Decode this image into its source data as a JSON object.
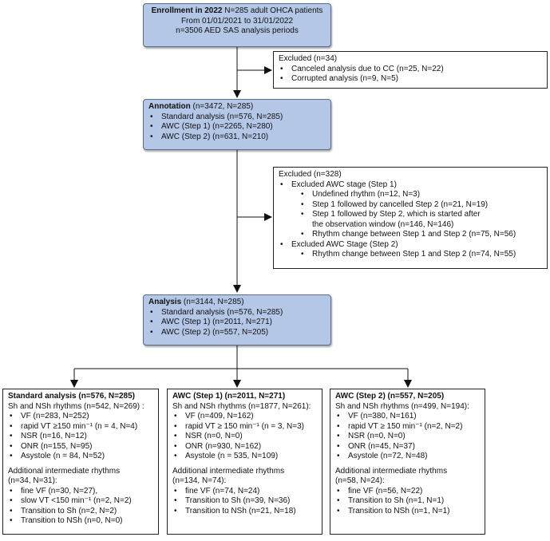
{
  "enrollment": {
    "title": "Enrollment in 2022",
    "line1_rest": " N=285 adult OHCA patients",
    "line2": "From 01/01/2021 to 31/01/2022",
    "line3": "n=3506 AED SAS analysis periods"
  },
  "excluded1": {
    "title": "Excluded (n=34)",
    "items": [
      "Canceled analysis due to CC (n=25, N=22)",
      "Corrupted analysis (n=9, N=5)"
    ]
  },
  "annotation": {
    "title": "Annotation",
    "title_rest": " (n=3472, N=285)",
    "items": [
      "Standard analysis (n=576, N=285)",
      "AWC (Step 1) (n=2265, N=280)",
      "AWC (Step 2) (n=631, N=210)"
    ]
  },
  "excluded2": {
    "title": "Excluded (n=328)",
    "stage1": "Excluded AWC stage (Step 1)",
    "stage1_items": [
      "Undefined rhythm (n=12, N=3)",
      "Step 1 followed by cancelled Step 2 (n=21, N=19)",
      "Step 1 followed by Step 2, which is started after",
      "the observation window (n=146, N=146)",
      "Rhythm change between Step 1 and Step 2 (n=75, N=56)"
    ],
    "stage2": "Excluded AWC Stage (Step 2)",
    "stage2_items": [
      "Rhythm change between Step 1 and Step 2 (n=74, N=55)"
    ]
  },
  "analysis": {
    "title": "Analysis",
    "title_rest": " (n=3144, N=285)",
    "items": [
      "Standard analysis (n=576, N=285)",
      "AWC (Step 1) (n=2011, N=271)",
      "AWC (Step 2) (n=557, N=205)"
    ]
  },
  "standard": {
    "title": "Standard analysis (n=576, N=285)",
    "rhythms_header": "Sh and NSh rhythms (n=542, N=269) :",
    "rhythms": [
      "VF (n=283, N=252)",
      "rapid VT ≥150 min⁻¹ (n = 4, N=4)",
      "NSR (n=16, N=12)",
      "ONR (n=155, N=95)",
      "Asystole (n = 84, N=52)"
    ],
    "additional_header1": "Additional intermediate rhythms",
    "additional_header2": "(n=34, N=31):",
    "additional": [
      "fine VF (n=30, N=27),",
      "slow VT <150 min⁻¹ (n=2, N=2)",
      "Transition to Sh (n=2, N=2)",
      "Transition to NSh (n=0, N=0)"
    ]
  },
  "step1": {
    "title": "AWC (Step 1) (n=2011, N=271)",
    "rhythms_header": "Sh and NSh rhythms (n=1877, N=261):",
    "rhythms": [
      "VF (n=409, N=162)",
      "rapid VT ≥ 150 min⁻¹ (n = 3, N=3)",
      "NSR (n=0, N=0)",
      "ONR (n=930, N=162)",
      "Asystole (n = 535, N=109)"
    ],
    "additional_header1": "Additional intermediate rhythms",
    "additional_header2": "(n=134, N=74):",
    "additional": [
      "fine VF (n=74, N=24)",
      "Transition to Sh (n=39, N=36)",
      "Transition to NSh (n=21, N=18)"
    ]
  },
  "step2": {
    "title": "AWC (Step 2) (n=557, N=205)",
    "rhythms_header": "Sh and NSh rhythms (n=499, N=194):",
    "rhythms": [
      "VF (n=380, N=161)",
      "rapid VT ≥ 150 min⁻¹ (n=2, N=2)",
      "NSR (n=0, N=0)",
      "ONR (n=45, N=37)",
      "Asystole (n=72, N=48)"
    ],
    "additional_header1": "Additional intermediate rhythms",
    "additional_header2": "(n=58, N=24):",
    "additional": [
      "fine VF (n=56, N=22)",
      "Transition to Sh (n=1, N=1)",
      "Transition to NSh (n=1, N=1)"
    ]
  }
}
